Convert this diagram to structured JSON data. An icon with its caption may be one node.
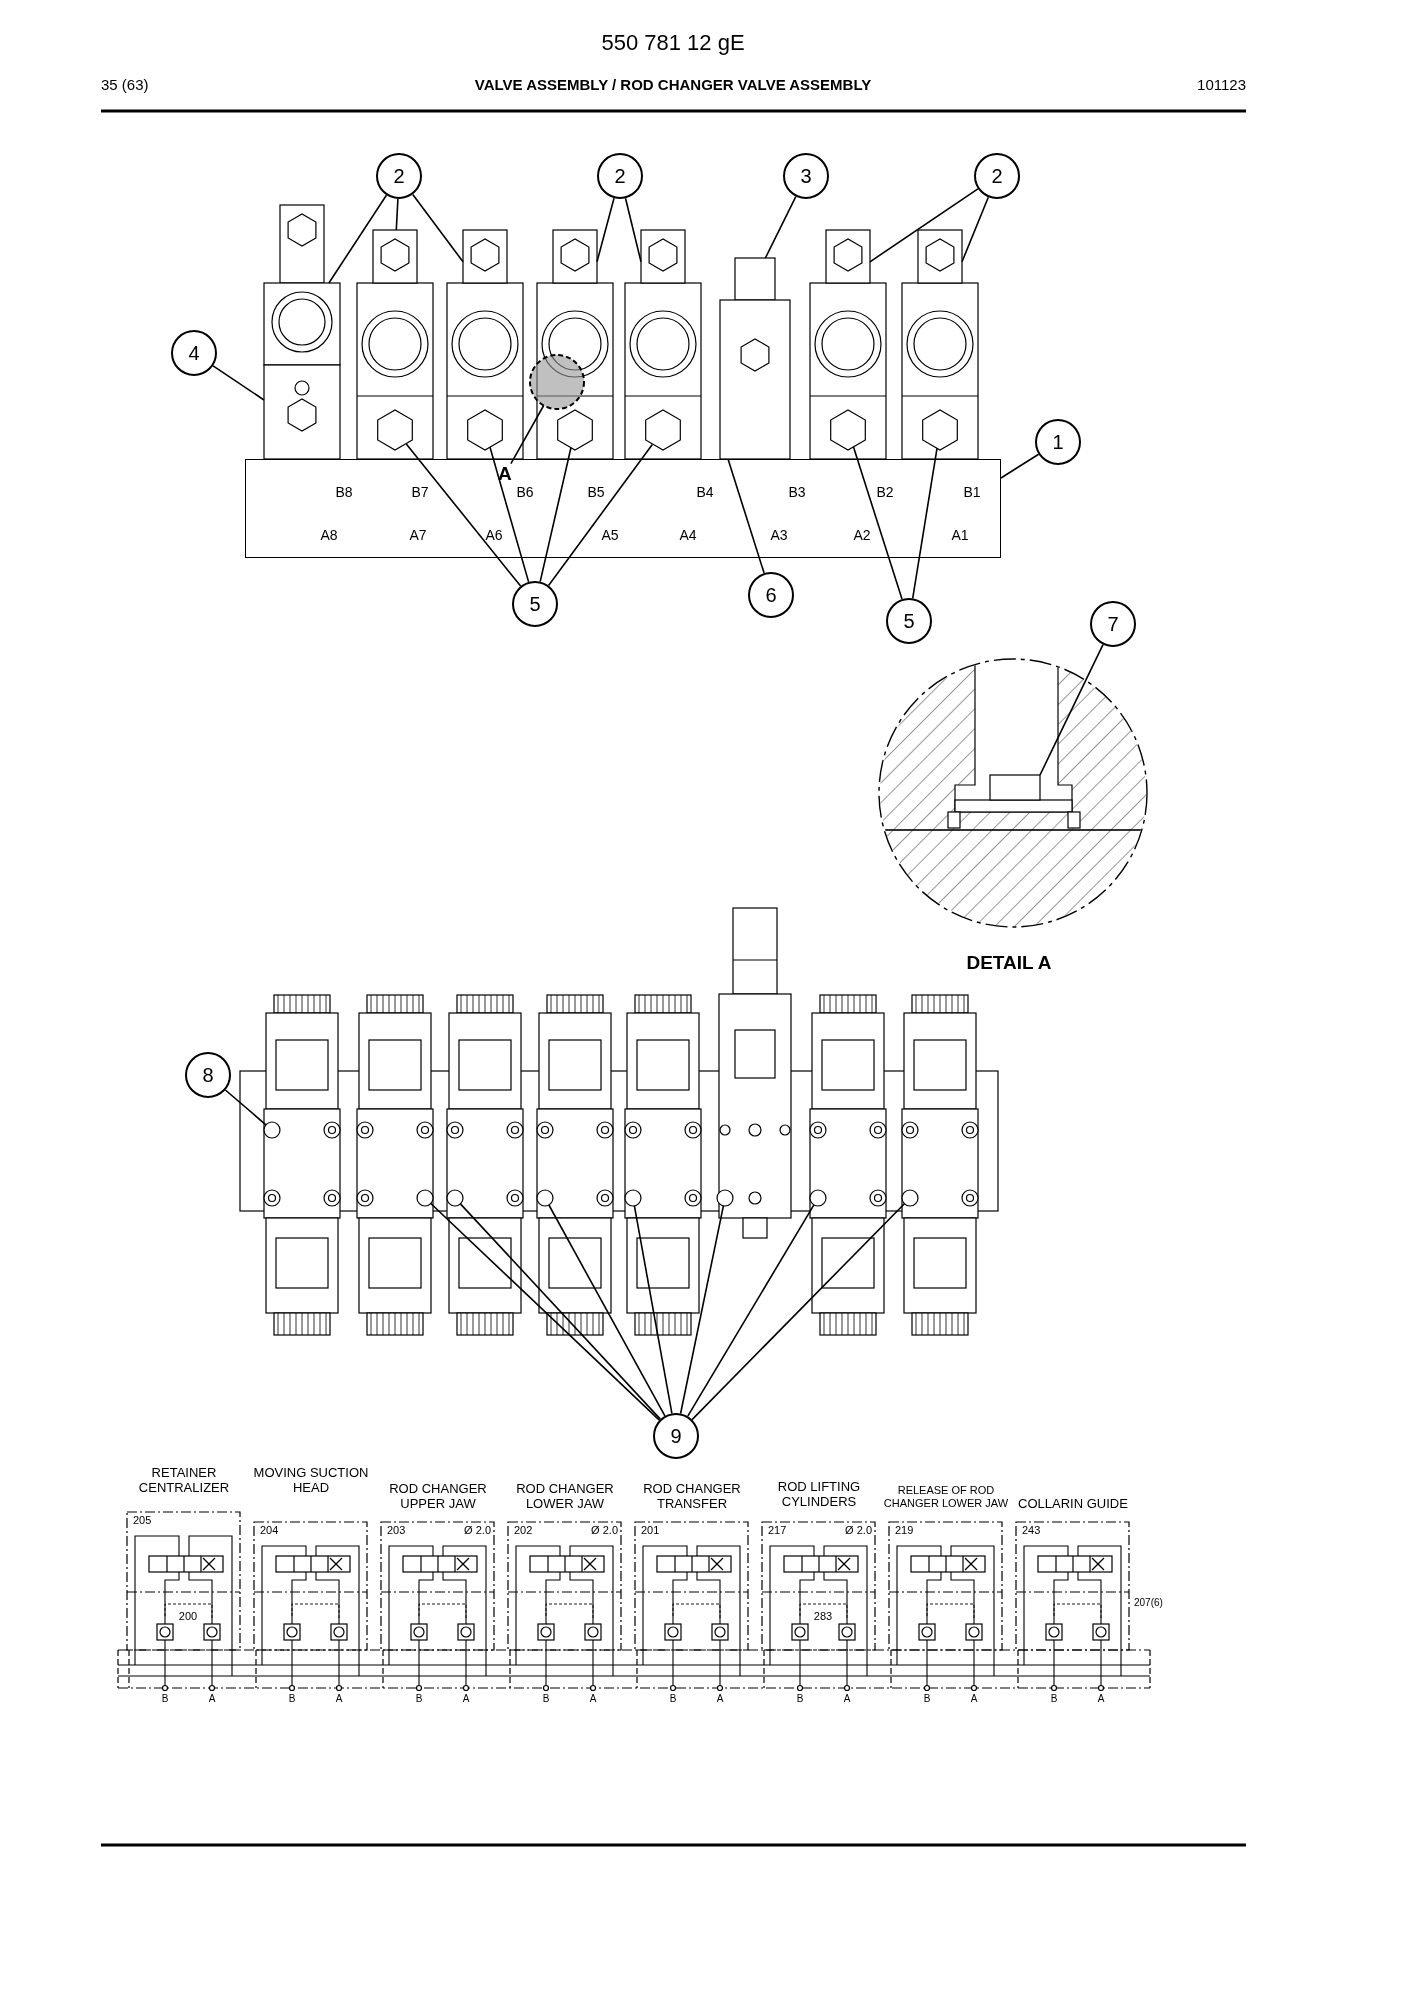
{
  "diagram": {
    "title": "VALVE ASSEMBLY / ROD CHANGER VALVE ASSEMBLY",
    "nodes": [
      {
        "text": [
          "2"
        ]
      },
      {
        "text": [
          "2"
        ]
      },
      {
        "text": [
          "3"
        ]
      },
      {
        "text": [
          "2"
        ]
      },
      {
        "text": [
          "4"
        ]
      },
      {
        "text": [
          "1"
        ]
      },
      {
        "text": [
          "A"
        ],
        "in": 23
      },
      {
        "text": [],
        "shape": "circle"
      },
      {
        "text": [
          "5"
        ]
      },
      {
        "text": [
          "6"
        ]
      },
      {
        "text": [
          "5"
        ]
      },
      {
        "text": [
          "7"
        ]
      },
      {
        "text": [
          "8"
        ]
      },
      {
        "text": [
          "9"
        ]
      },
      {
        "text": [],
        "shape": "box"
      },
      {
        "text": [],
        "shape": "box"
      },
      {
        "text": [],
        "shape": "box"
      },
      {
        "text": [],
        "shape": "box"
      },
      {
        "text": [],
        "shape": "box"
      },
      {
        "text": [],
        "shape": "box"
      },
      {
        "text": [],
        "shape": "box"
      },
      {
        "text": [],
        "shape": "box"
      },
      {
        "text": [],
        "shape": "box"
      },
      {
        "text": [],
        "shape": "box"
      },
      {
        "text": [],
        "shape": "hexagon"
      },
      {
        "text": [],
        "shape": "hexagon"
      },
      {
        "text": [],
        "shape": "hexagon"
      },
      {
        "text": [],
        "shape": "hexagon"
      },
      {
        "text": [],
        "shape": "box"
      },
      {
        "text": [],
        "shape": "hexagon"
      },
      {
        "text": [],
        "shape": "hexagon"
      },
      {
        "text": [],
        "shape": "box"
      },
      {
        "text": [],
        "shape": "circle"
      },
      {
        "text": [],
        "shape": "circle"
      },
      {
        "text": [],
        "shape": "circle"
      },
      {
        "text": [],
        "shape": "circle"
      },
      {
        "text": [],
        "shape": "circle"
      },
      {
        "text": [],
        "shape": "circle"
      },
      {
        "text": [],
        "shape": "circle"
      },
      {
        "text": [],
        "shape": "circle"
      }
    ],
    "edges": [
      {
        "from": 0,
        "to": 14,
        "arrow": "none"
      },
      {
        "from": 0,
        "to": 15,
        "arrow": "none"
      },
      {
        "from": 0,
        "to": 16,
        "arrow": "none"
      },
      {
        "from": 1,
        "to": 17,
        "arrow": "none"
      },
      {
        "from": 1,
        "to": 18,
        "arrow": "none"
      },
      {
        "from": 2,
        "to": 19,
        "arrow": "none"
      },
      {
        "from": 3,
        "to": 20,
        "arrow": "none"
      },
      {
        "from": 3,
        "to": 21,
        "arrow": "none"
      },
      {
        "from": 4,
        "to": 22,
        "arrow": "none"
      },
      {
        "from": 5,
        "to": 23,
        "arrow": "none"
      },
      {
        "from": 6,
        "to": 7,
        "arrow": "none"
      },
      {
        "from": 8,
        "to": 24,
        "arrow": "none"
      },
      {
        "from": 8,
        "to": 25,
        "arrow": "none"
      },
      {
        "from": 8,
        "to": 26,
        "arrow": "none"
      },
      {
        "from": 8,
        "to": 27,
        "arrow": "none"
      },
      {
        "from": 9,
        "to": 28,
        "arrow": "none"
      },
      {
        "from": 10,
        "to": 29,
        "arrow": "none"
      },
      {
        "from": 10,
        "to": 30,
        "arrow": "none"
      },
      {
        "from": 11,
        "to": 31,
        "arrow": "none"
      },
      {
        "from": 12,
        "to": 32,
        "arrow": "none"
      },
      {
        "from": 13,
        "to": 33,
        "arrow": "none"
      },
      {
        "from": 13,
        "to": 34,
        "arrow": "none"
      },
      {
        "from": 13,
        "to": 35,
        "arrow": "none"
      },
      {
        "from": 13,
        "to": 36,
        "arrow": "none"
      },
      {
        "from": 13,
        "to": 37,
        "arrow": "none"
      },
      {
        "from": 13,
        "to": 38,
        "arrow": "none"
      },
      {
        "from": 13,
        "to": 39,
        "arrow": "none"
      }
    ],
    "labels": [
      "550 781 12 gE",
      "35 (63)",
      "101123",
      "B8",
      "B7",
      "B6",
      "B5",
      "B4",
      "B3",
      "B2",
      "B1",
      "A8",
      "A7",
      "A6",
      "A5",
      "A4",
      "A3",
      "A2",
      "A1",
      "DETAIL A",
      "RETAINER CENTRALIZER",
      "205",
      "200",
      "B",
      "A",
      "MOVING SUCTION HEAD",
      "204",
      "B",
      "A",
      "ROD CHANGER UPPER JAW",
      "203",
      "Ø 2.0",
      "B",
      "A",
      "ROD CHANGER LOWER JAW",
      "202",
      "Ø 2.0",
      "B",
      "A",
      "ROD CHANGER TRANSFER",
      "201",
      "B",
      "A",
      "ROD LIFTING CYLINDERS",
      "217",
      "Ø 2.0",
      "283",
      "B",
      "A",
      "RELEASE OF ROD CHANGER LOWER JAW",
      "219",
      "B",
      "A",
      "COLLARIN GUIDE",
      "243",
      "207(6)",
      "B",
      "A"
    ]
  }
}
